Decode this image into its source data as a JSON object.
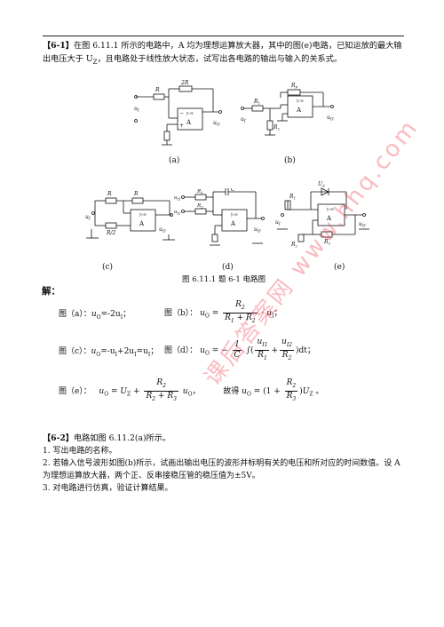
{
  "problem1": {
    "tag": "【6-1】",
    "text": "在图 6.11.1 所示的电路中，A 均为理想运算放大器，其中的图(e)电路，已知运放的最大输出电压大于 U",
    "text_sub": "Z",
    "text_end": "，且电路处于线性放大状态，试写出各电路的输出与输入的关系式。"
  },
  "circuits": {
    "a": {
      "label": "(a)",
      "R1": "R",
      "R2": "2R",
      "input": "u",
      "input_sub": "I",
      "output": "u",
      "output_sub": "O",
      "amp": "A",
      "inf": "▷∞"
    },
    "b": {
      "label": "(b)",
      "Rf": "R",
      "Rf_sub": "F",
      "R1": "R",
      "R1_sub": "1",
      "R2": "R",
      "R2_sub": "2",
      "input": "u",
      "input_sub": "I",
      "output": "u",
      "output_sub": "O",
      "amp": "A",
      "inf": "▷∞"
    },
    "c": {
      "label": "(c)",
      "R1": "R",
      "R2": "R",
      "R3": "R/2",
      "input": "u",
      "input_sub": "I",
      "output": "u",
      "output_sub": "O",
      "amp": "A",
      "inf": "▷∞"
    },
    "d": {
      "label": "(d)",
      "in1": "u",
      "in1_sub": "I1",
      "in2": "u",
      "in2_sub": "I2",
      "R1": "R",
      "R1_sub": "1",
      "R2": "R",
      "R2_sub": "2",
      "C": "C",
      "output": "u",
      "output_sub": "O",
      "amp": "A",
      "inf": "▷∞"
    },
    "e": {
      "label": "(e)",
      "Uz": "U",
      "Uz_sub": "Z",
      "R1": "R",
      "R1_sub": "1",
      "R2": "R",
      "R2_sub": "2",
      "R3": "R",
      "R3_sub": "3",
      "input": "u",
      "input_sub": "I",
      "output": "u",
      "output_sub": "O",
      "amp": "A",
      "inf": "▷∞"
    }
  },
  "figure_caption": "图 6.11.1 题 6-1 电路图",
  "solution_label": "解：",
  "answers": {
    "a_label": "图（a）：",
    "a_expr": "u",
    "a_expr_rest": "=-2u",
    "b_label": "图（b）：",
    "c_label": "图（c）：",
    "c_expr": "u",
    "c_expr_rest": "=-u",
    "c_expr_rest2": "+2u",
    "c_expr_rest3": "=u",
    "d_label": "图（d）：",
    "e_label": "图（e）：",
    "e_mid": "故得",
    "sep": "；",
    "dt": "dt"
  },
  "problem2": {
    "tag": "【6-2】",
    "text": "电路如图 6.11.2(a)所示。",
    "items": [
      "1. 写出电路的名称。",
      "2. 若输入信号波形如图(b)所示，试画出输出电压的波形并标明有关的电压和所对应的时间数值。设 A 为理想运算放大器，两个正、反串接稳压管的稳压值为±5V。",
      "3. 对电路进行仿真，验证计算结果。"
    ]
  },
  "watermark": "课后答案网 www.hhq.com"
}
